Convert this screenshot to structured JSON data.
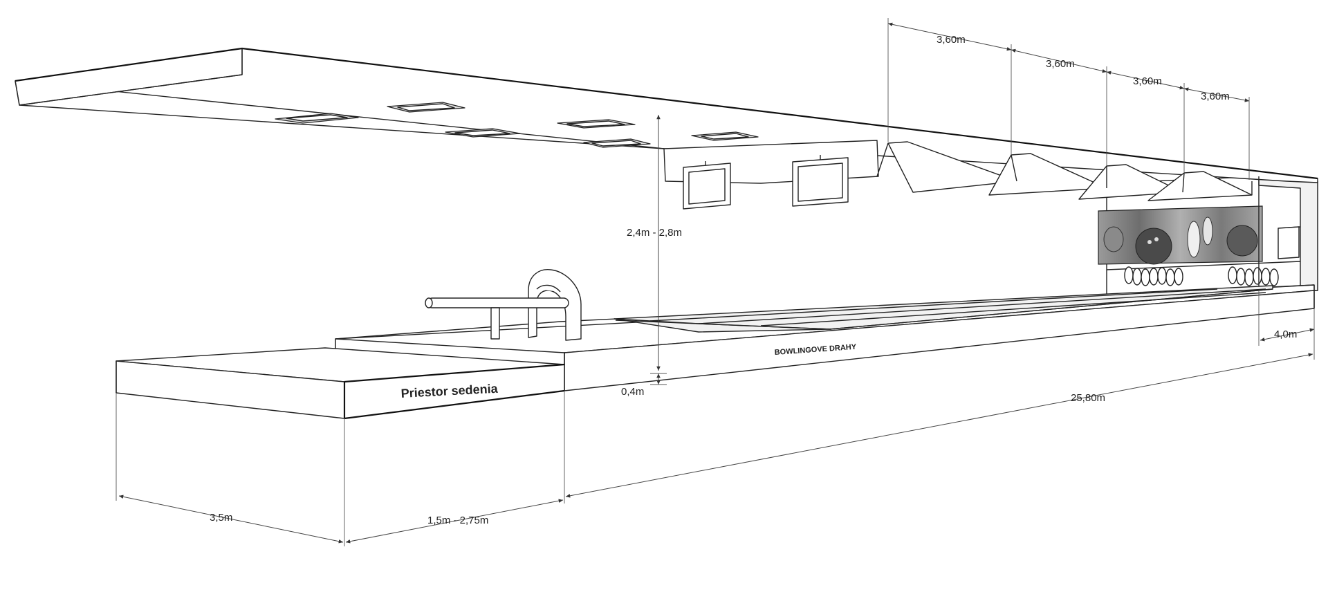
{
  "labels": {
    "seating_area": "Priestor sedenia",
    "bowling_lanes": "BOWLINGOVE DRAHY"
  },
  "dimensions": {
    "bay_1": "3,60m",
    "bay_2": "3,60m",
    "bay_3": "3,60m",
    "bay_4": "3,60m",
    "ceiling_height": "2,4m - 2,8m",
    "platform_height": "0,4m",
    "lane_length": "25,80m",
    "end_width": "4,0m",
    "seating_depth": "3,5m",
    "approach_depth": "1,5m - 2,75m"
  }
}
